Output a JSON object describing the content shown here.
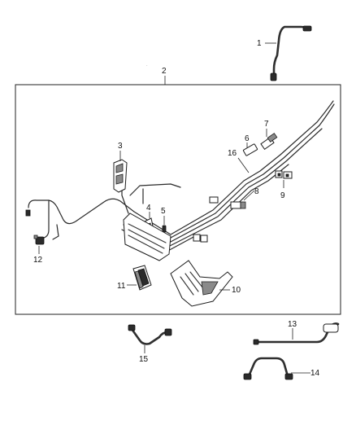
{
  "title": "",
  "callouts": {
    "c1": "1",
    "c2": "2",
    "c3": "3",
    "c4": "4",
    "c5": "5",
    "c6": "6",
    "c7": "7",
    "c8": "8",
    "c9": "9",
    "c10": "10",
    "c11": "11",
    "c12": "12",
    "c13": "13",
    "c14": "14",
    "c15": "15",
    "c16": "16"
  },
  "colors": {
    "line": "#2a2a2a",
    "background": "#ffffff"
  }
}
